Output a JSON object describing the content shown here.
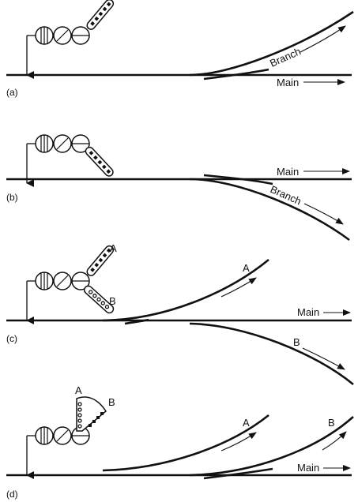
{
  "panels": [
    {
      "id": "a",
      "caption": "(a)",
      "branch_label": "Branch",
      "main_label": "Main"
    },
    {
      "id": "b",
      "caption": "(b)",
      "branch_label": "Branch",
      "main_label": "Main"
    },
    {
      "id": "c",
      "caption": "(c)",
      "route_a": "A",
      "route_b": "B",
      "arm_a": "A",
      "arm_b": "B",
      "main_label": "Main"
    },
    {
      "id": "d",
      "caption": "(d)",
      "route_a": "A",
      "route_b": "B",
      "arm_a": "A",
      "arm_b": "B",
      "main_label": "Main"
    }
  ],
  "colors": {
    "ink": "#111111",
    "background": "#ffffff"
  }
}
